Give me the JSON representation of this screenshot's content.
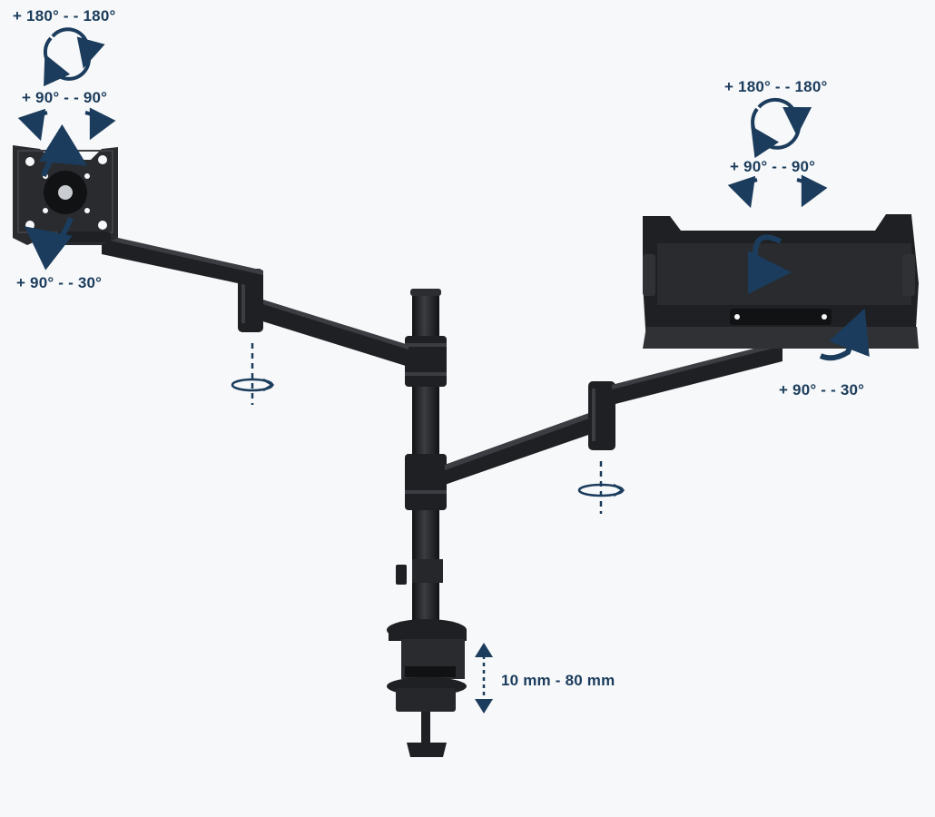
{
  "colors": {
    "background": "#f7f8f9",
    "metal": "#1f2023",
    "metal_highlight": "#3b3d42",
    "accent": "#1b3c5c"
  },
  "left_head": {
    "rotation_label": "+ 180° - - 180°",
    "swivel_label": "+ 90° - - 90°",
    "tilt_label": "+ 90° - - 30°"
  },
  "right_tray": {
    "rotation_label": "+ 180° - - 180°",
    "swivel_label": "+ 90° - - 90°",
    "tilt_label": "+ 90° - - 30°"
  },
  "clamp": {
    "range_label": "10 mm - 80 mm"
  },
  "icons": [
    "rotate-circle-icon",
    "swivel-arrow-icon",
    "tilt-arrow-icon",
    "pivot-axis-icon",
    "double-arrow-icon"
  ]
}
